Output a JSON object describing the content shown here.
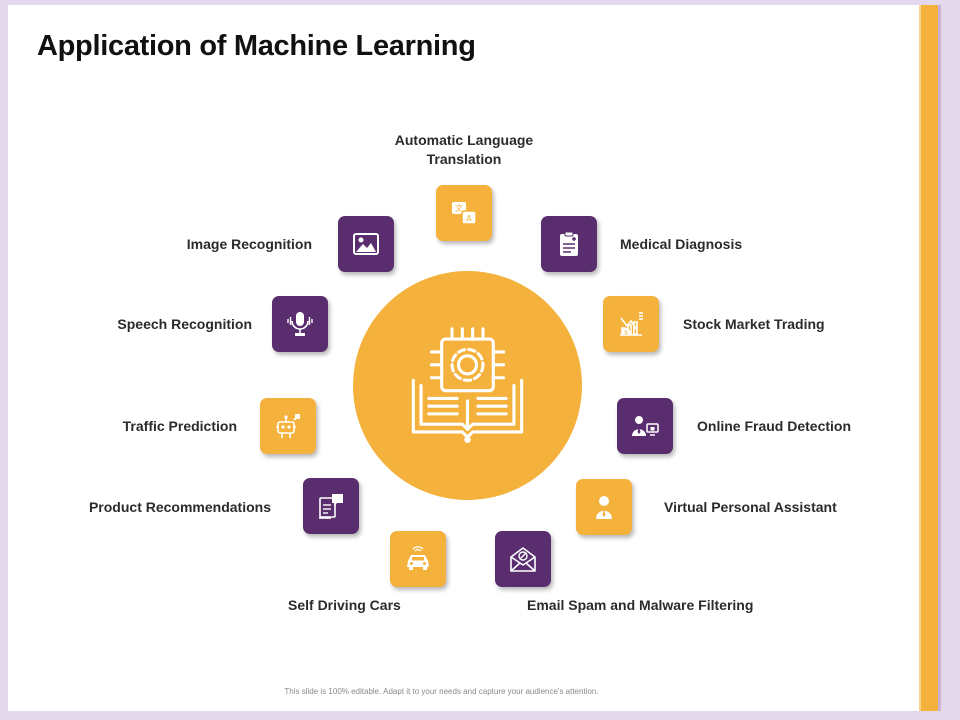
{
  "slide": {
    "title": "Application of Machine Learning",
    "footer": "This slide is 100% editable. Adapt it to your needs and capture your audience's attention."
  },
  "colors": {
    "purple": "#5a2d6e",
    "orange": "#f4b13c",
    "background": "#e4d8ec"
  },
  "center": {
    "icon": "ai-book-chip-icon"
  },
  "items": [
    {
      "label": "Automatic Language Translation",
      "icon": "translate-icon",
      "color": "orange"
    },
    {
      "label": "Medical Diagnosis",
      "icon": "clipboard-icon",
      "color": "purple"
    },
    {
      "label": "Stock Market Trading",
      "icon": "stock-chart-icon",
      "color": "orange"
    },
    {
      "label": "Online Fraud Detection",
      "icon": "fraud-detection-icon",
      "color": "purple"
    },
    {
      "label": "Virtual Personal Assistant",
      "icon": "assistant-icon",
      "color": "orange"
    },
    {
      "label": "Email Spam and Malware Filtering",
      "icon": "spam-mail-icon",
      "color": "purple"
    },
    {
      "label": "Self Driving Cars",
      "icon": "car-icon",
      "color": "orange"
    },
    {
      "label": "Product Recommendations",
      "icon": "recommendation-icon",
      "color": "purple"
    },
    {
      "label": "Traffic Prediction",
      "icon": "robot-icon",
      "color": "orange"
    },
    {
      "label": "Speech Recognition",
      "icon": "microphone-icon",
      "color": "purple"
    },
    {
      "label": "Image Recognition",
      "icon": "image-icon",
      "color": "purple"
    }
  ]
}
